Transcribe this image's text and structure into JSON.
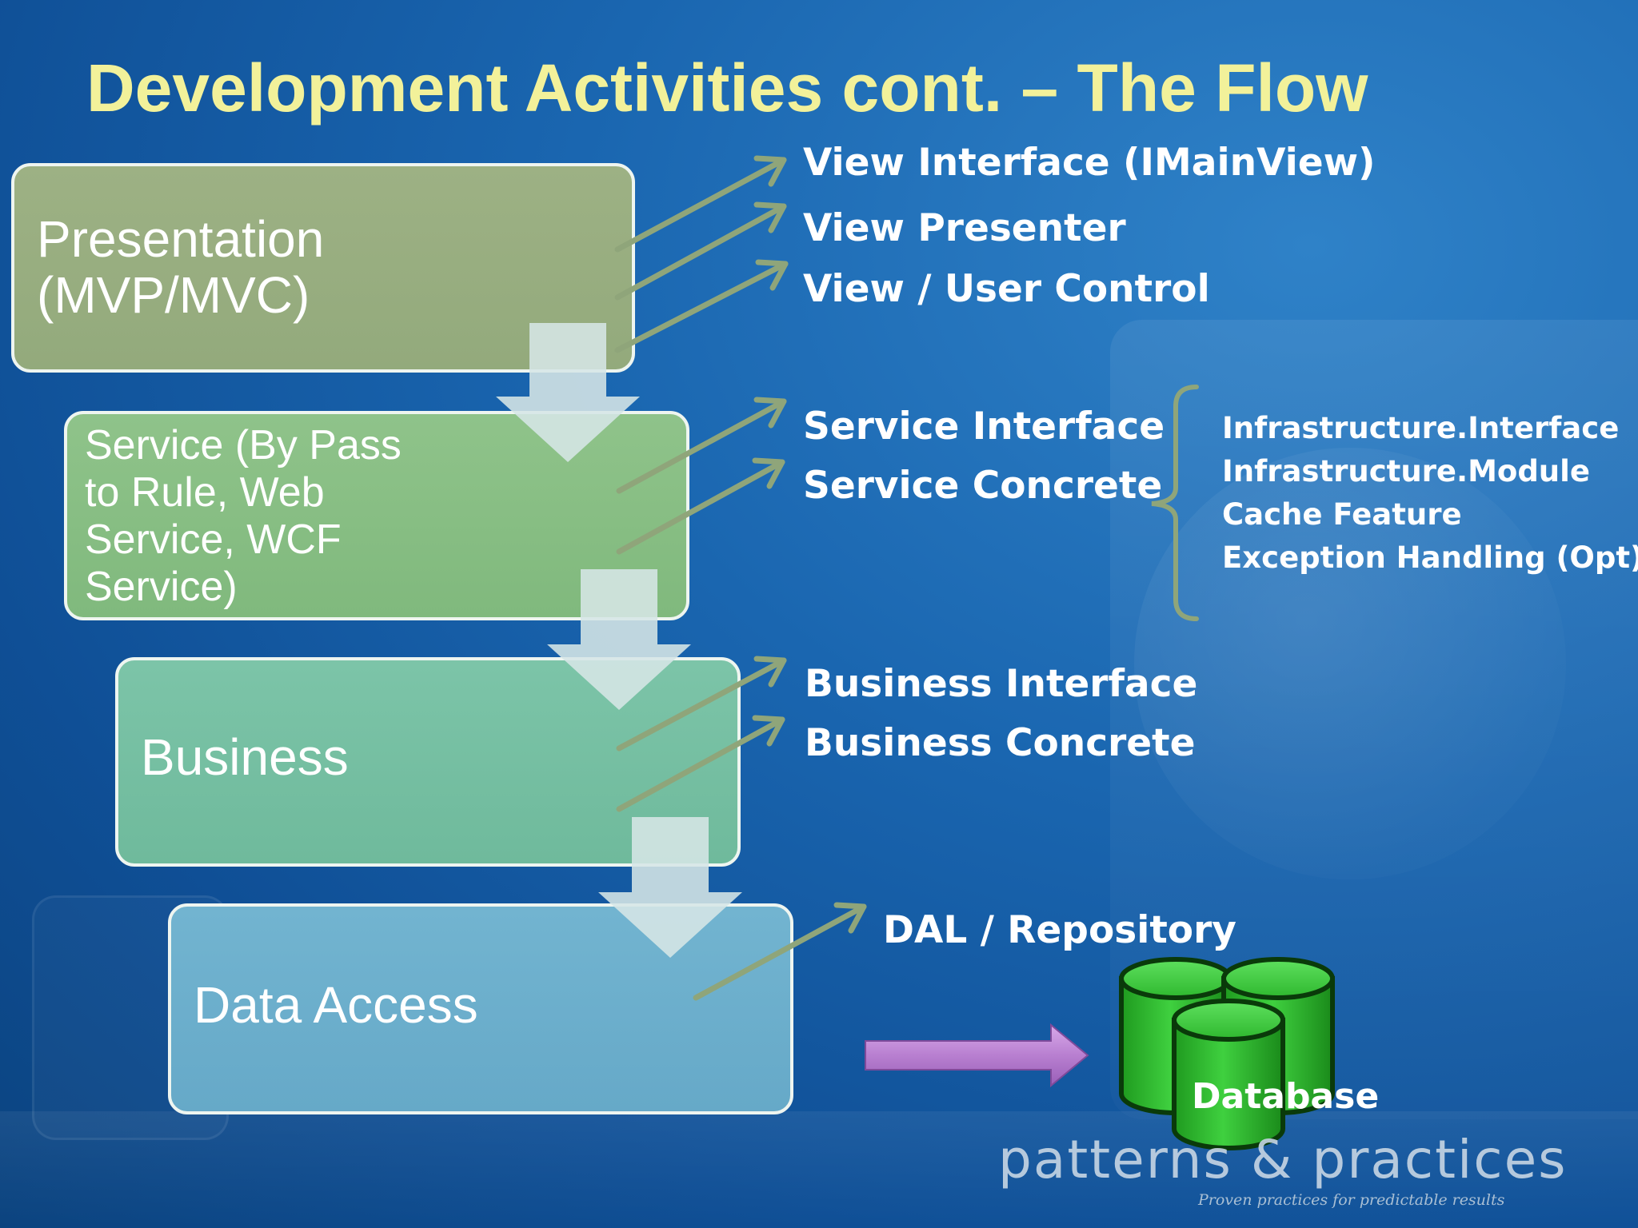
{
  "slide": {
    "title": "Development Activities cont. – The Flow"
  },
  "layers": {
    "presentation": "Presentation\n(MVP/MVC)",
    "service": "Service (By Pass\nto Rule, Web\nService, WCF\nService)",
    "business": "Business",
    "data_access": "Data Access"
  },
  "presentation_items": [
    "View Interface (IMainView)",
    "View Presenter",
    "View / User Control"
  ],
  "service_items": [
    "Service Interface",
    "Service Concrete"
  ],
  "infrastructure_items": [
    "Infrastructure.Interface",
    "Infrastructure.Module",
    "Cache Feature",
    "Exception Handling (Opt)"
  ],
  "business_items": [
    "Business Interface",
    "Business Concrete"
  ],
  "data_items": [
    "DAL / Repository"
  ],
  "database": {
    "label": "Database"
  },
  "branding": {
    "name": "patterns & practices",
    "tagline": "Proven practices for predictable results"
  },
  "colors": {
    "title": "#f2f19a",
    "presentation_fill": "#98ad80",
    "service_fill": "#88be84",
    "business_fill": "#76bfa2",
    "data_access_fill": "#6cafcc",
    "connector_arrow": "#8fa57a",
    "flow_arrow": "#d6e6e6",
    "database_arrow": "#b87fd0",
    "database": "#2fb82f"
  }
}
